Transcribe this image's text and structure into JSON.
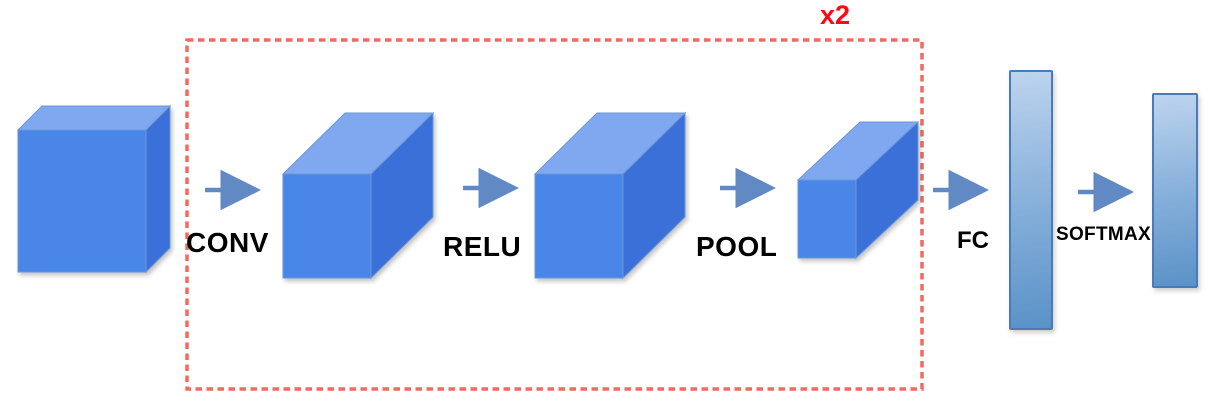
{
  "diagram": {
    "description": "Convolutional neural network architecture flow",
    "labels": {
      "conv": "CONV",
      "relu": "RELU",
      "pool": "POOL",
      "fc": "FC",
      "softmax": "SOFTMAX",
      "repeat": "x2"
    },
    "stages": [
      {
        "name": "input-volume",
        "shape": "cube"
      },
      {
        "name": "conv-output-volume",
        "shape": "cuboid",
        "via": "CONV"
      },
      {
        "name": "relu-output-volume",
        "shape": "cuboid",
        "via": "RELU"
      },
      {
        "name": "pool-output-volume",
        "shape": "small-cuboid",
        "via": "POOL"
      },
      {
        "name": "fc-vector",
        "shape": "bar",
        "via": "FC"
      },
      {
        "name": "output-vector",
        "shape": "bar",
        "via": "SOFTMAX"
      }
    ],
    "repeat_box": {
      "label": "x2",
      "applies_to": [
        "CONV",
        "RELU",
        "POOL"
      ],
      "border_style": "dashed"
    },
    "colors": {
      "cube_front": "#4a86e8",
      "cube_top": "#7fa8f0",
      "cube_side": "#3a70d8",
      "cube_edge": "#6e97d8",
      "arrow": "#6189c4",
      "dashed_border": "#f2695e",
      "repeat_text": "#fb0a10",
      "op_text": "#000000",
      "bar_gradient_top": "#bdd4ee",
      "bar_gradient_bottom": "#5a92c8",
      "bar_border": "#4a7ab8",
      "background": "#ffffff"
    }
  }
}
